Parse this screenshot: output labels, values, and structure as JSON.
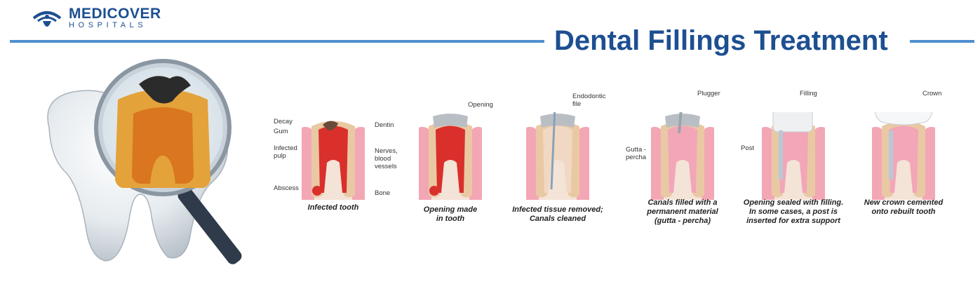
{
  "brand": {
    "name": "MEDICOVER",
    "sub": "HOSPITALS",
    "color": "#1d4f91"
  },
  "title": "Dental Fillings Treatment",
  "colors": {
    "accent_line": "#4f8fcf",
    "pulp_infected": "#d9302c",
    "gum": "#f3a7b4",
    "dentin": "#e9c9a3"
  },
  "stages": [
    {
      "caption": "Infected tooth",
      "labels": {
        "decay": "Decay",
        "gum": "Gum",
        "infected_pulp": "Infected\npulp",
        "abscess": "Abscess",
        "dentin": "Dentin",
        "nerves": "Nerves,\nblood\nvessels",
        "bone": "Bone"
      }
    },
    {
      "caption": "Opening made\nin tooth",
      "labels": {
        "opening": "Opening"
      }
    },
    {
      "caption": "Infected tissue removed;\nCanals cleaned",
      "labels": {
        "file": "Endodontic\nfile"
      }
    },
    {
      "caption": "Canals filled with a\npermanent material\n(gutta - percha)",
      "labels": {
        "plugger": "Plugger",
        "gutta": "Gutta -\npercha"
      }
    },
    {
      "caption": "Opening sealed with filling.\nIn some cases, a post is\ninserted for extra support",
      "labels": {
        "filling": "Filling",
        "post": "Post"
      }
    },
    {
      "caption": "New crown cemented\nonto rebuilt tooth",
      "labels": {
        "crown": "Crown"
      }
    }
  ]
}
